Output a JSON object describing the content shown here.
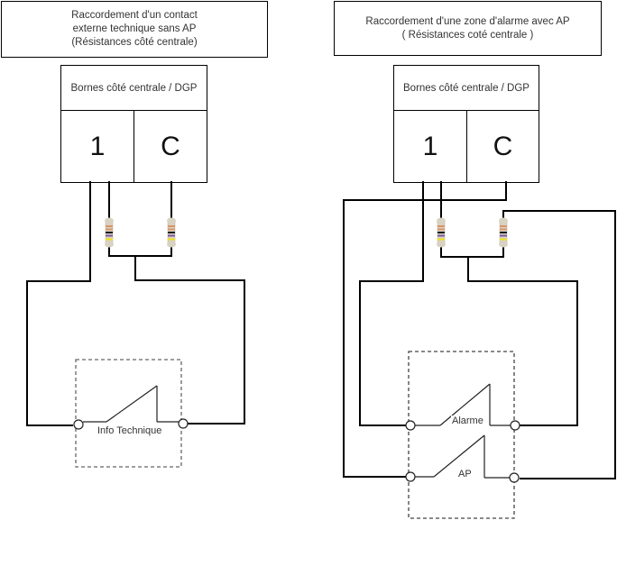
{
  "diagrams": [
    {
      "title_lines": [
        "Raccordement d'un contact",
        "externe technique sans AP",
        "(Résistances côté centrale)"
      ],
      "terminal_block": {
        "header": "Bornes côté centrale / DGP",
        "terminals": [
          "1",
          "C"
        ]
      },
      "resistors": 2,
      "contacts": [
        {
          "label": "Info Technique",
          "type": "normally-closed"
        }
      ]
    },
    {
      "title_lines": [
        "Raccordement d'une zone d'alarme avec AP",
        "( Résistances coté centrale )"
      ],
      "terminal_block": {
        "header": "Bornes côté centrale / DGP",
        "terminals": [
          "1",
          "C"
        ]
      },
      "resistors": 2,
      "contacts": [
        {
          "label": "Alarme",
          "type": "normally-closed"
        },
        {
          "label": "AP",
          "type": "normally-closed"
        }
      ]
    }
  ],
  "colors": {
    "wire": "#000000",
    "dashed_box": "#555555",
    "resistor_body": "#d8d2c2",
    "resistor_bands": [
      "#d9956a",
      "#d9956a",
      "#1a1a1a",
      "#7a5aa0",
      "#f2e21a"
    ]
  }
}
